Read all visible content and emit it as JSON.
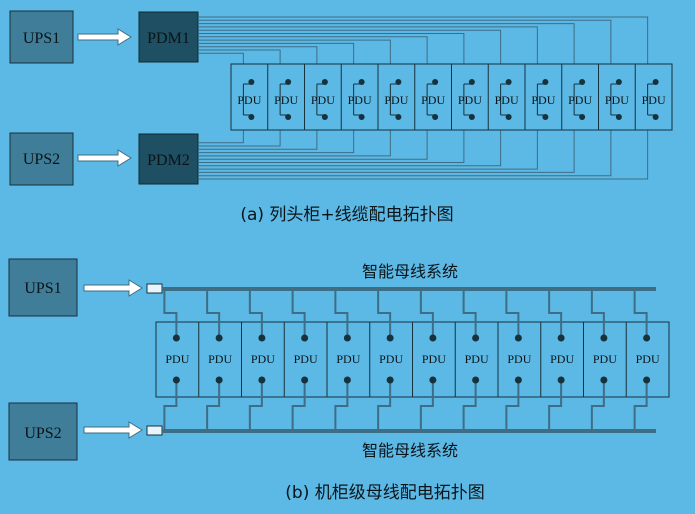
{
  "top_diagram": {
    "ups_a": "UPS1",
    "ups_b": "UPS2",
    "pdm_a": "PDM1",
    "pdm_b": "PDM2",
    "pdu_label": "PDU",
    "pdu_count": 12,
    "caption": "(a) 列头柜+线缆配电拓扑图"
  },
  "bottom_diagram": {
    "ups_a": "UPS1",
    "ups_b": "UPS2",
    "busway_top_label": "智能母线系统",
    "busway_bottom_label": "智能母线系统",
    "pdu_label": "PDU",
    "pdu_count": 12,
    "caption": "(b) 机柜级母线配电拓扑图"
  },
  "colors": {
    "background": "#5cb8e4",
    "ups_fill": "#3f7d98",
    "pdm_fill": "#1f4f62",
    "line": "#3e6e86",
    "dark": "#16323d"
  }
}
